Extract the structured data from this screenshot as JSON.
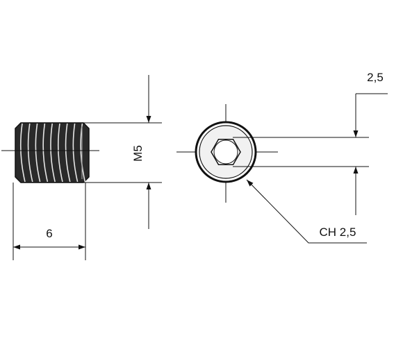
{
  "drawing": {
    "labels": {
      "thread_size": "M5",
      "length": "6",
      "socket_depth": "2,5",
      "hex_key_size": "CH 2,5"
    },
    "colors": {
      "line": "#111111",
      "screw_fill": "#2a2a2a",
      "background": "#ffffff"
    },
    "views": [
      "side-view",
      "end-view"
    ]
  }
}
